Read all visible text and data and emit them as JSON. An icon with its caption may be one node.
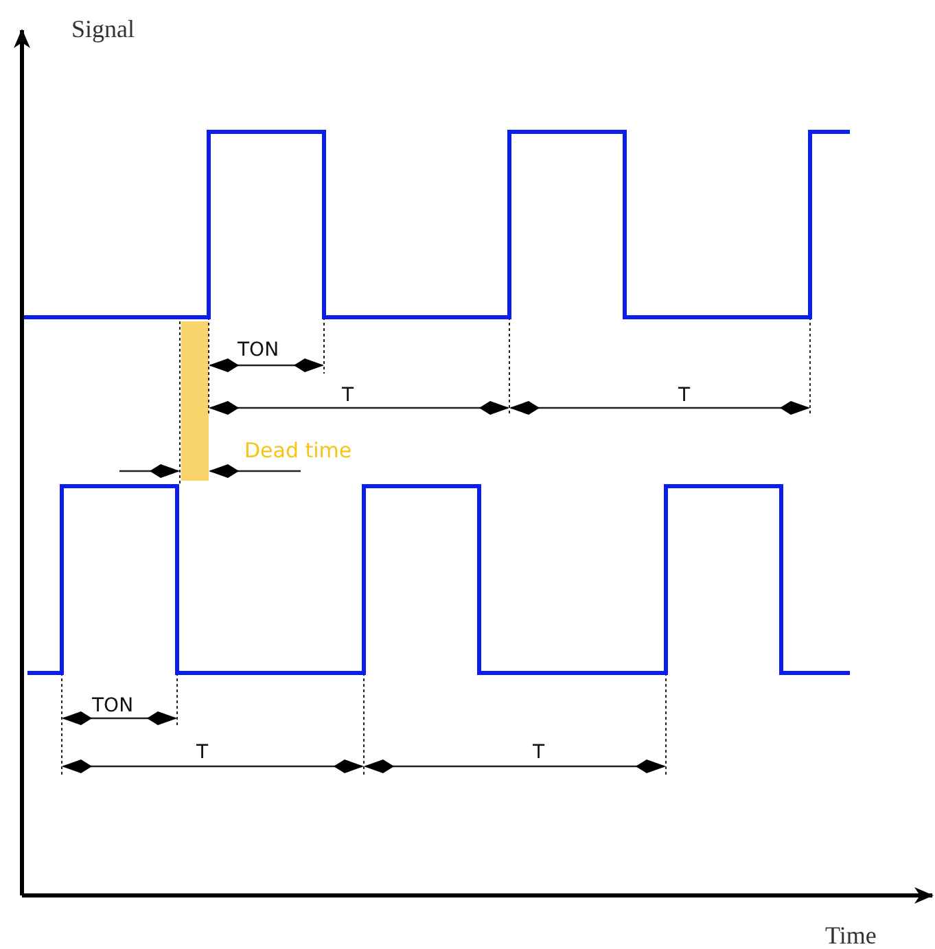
{
  "diagram": {
    "nodes": [
      {
        "text": [],
        "shape": "bar"
      }
    ],
    "labels": [
      "Signal",
      "TON",
      "T",
      "T",
      "Dead time",
      "TON",
      "T",
      "T",
      "Time"
    ]
  }
}
